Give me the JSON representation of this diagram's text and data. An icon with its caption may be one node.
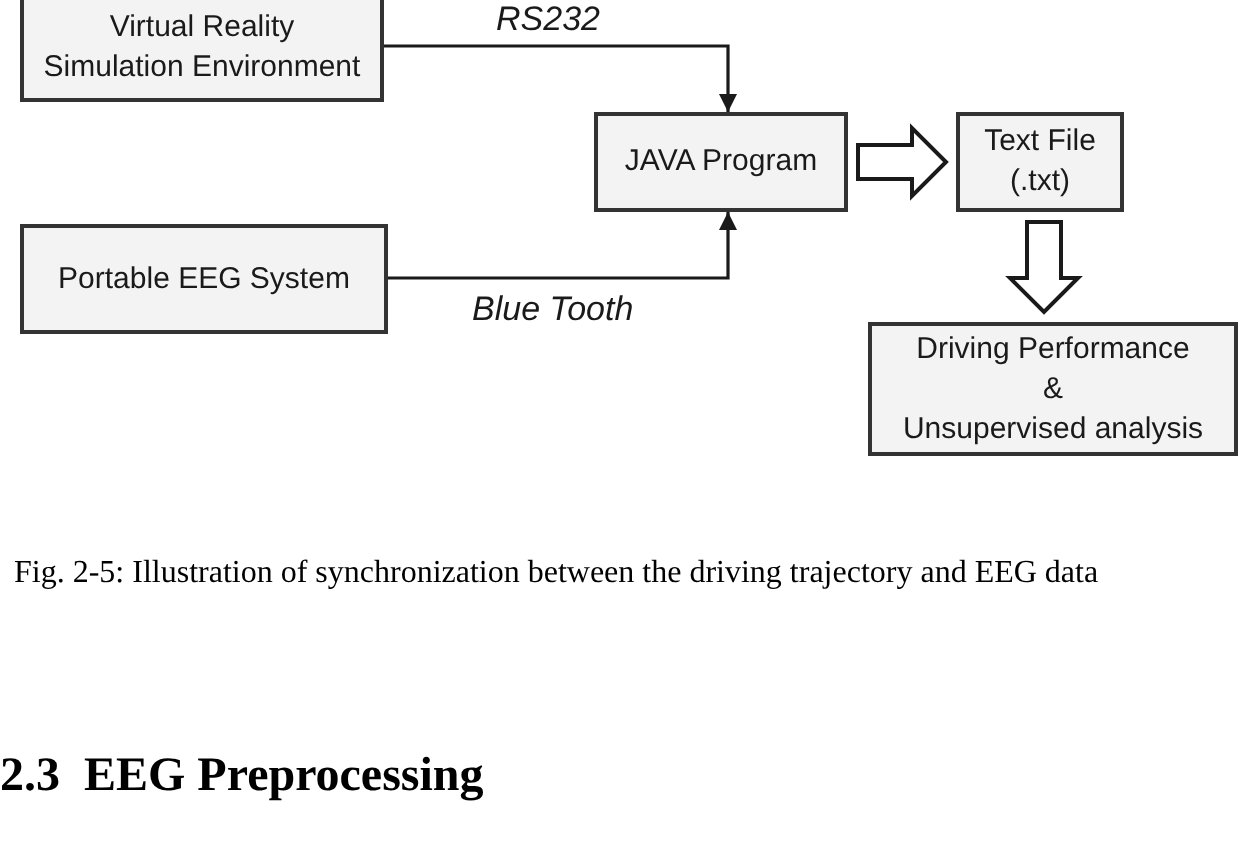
{
  "diagram": {
    "caption": "Fig. 2-5: Illustration of synchronization between the driving trajectory and EEG data",
    "nodes": [
      {
        "text": [
          "Virtual Reality Simulation Environment"
        ]
      },
      {
        "text": [
          "JAVA Program"
        ]
      },
      {
        "text": [
          "Text File (.txt)"
        ]
      },
      {
        "text": [
          "Portable EEG System"
        ]
      },
      {
        "text": [
          "Driving Performance & Unsupervised analysis"
        ]
      }
    ],
    "edges": [
      {
        "from": 0,
        "to": 1,
        "arrow": "to",
        "label": "RS232"
      },
      {
        "from": 3,
        "to": 1,
        "arrow": "to",
        "label": "Blue Tooth"
      },
      {
        "from": 1,
        "to": 2,
        "arrow": "to",
        "style": "thick"
      },
      {
        "from": 2,
        "to": 4,
        "arrow": "to",
        "style": "thick"
      }
    ],
    "labels": [
      "2.3  EEG Preprocessing"
    ]
  }
}
